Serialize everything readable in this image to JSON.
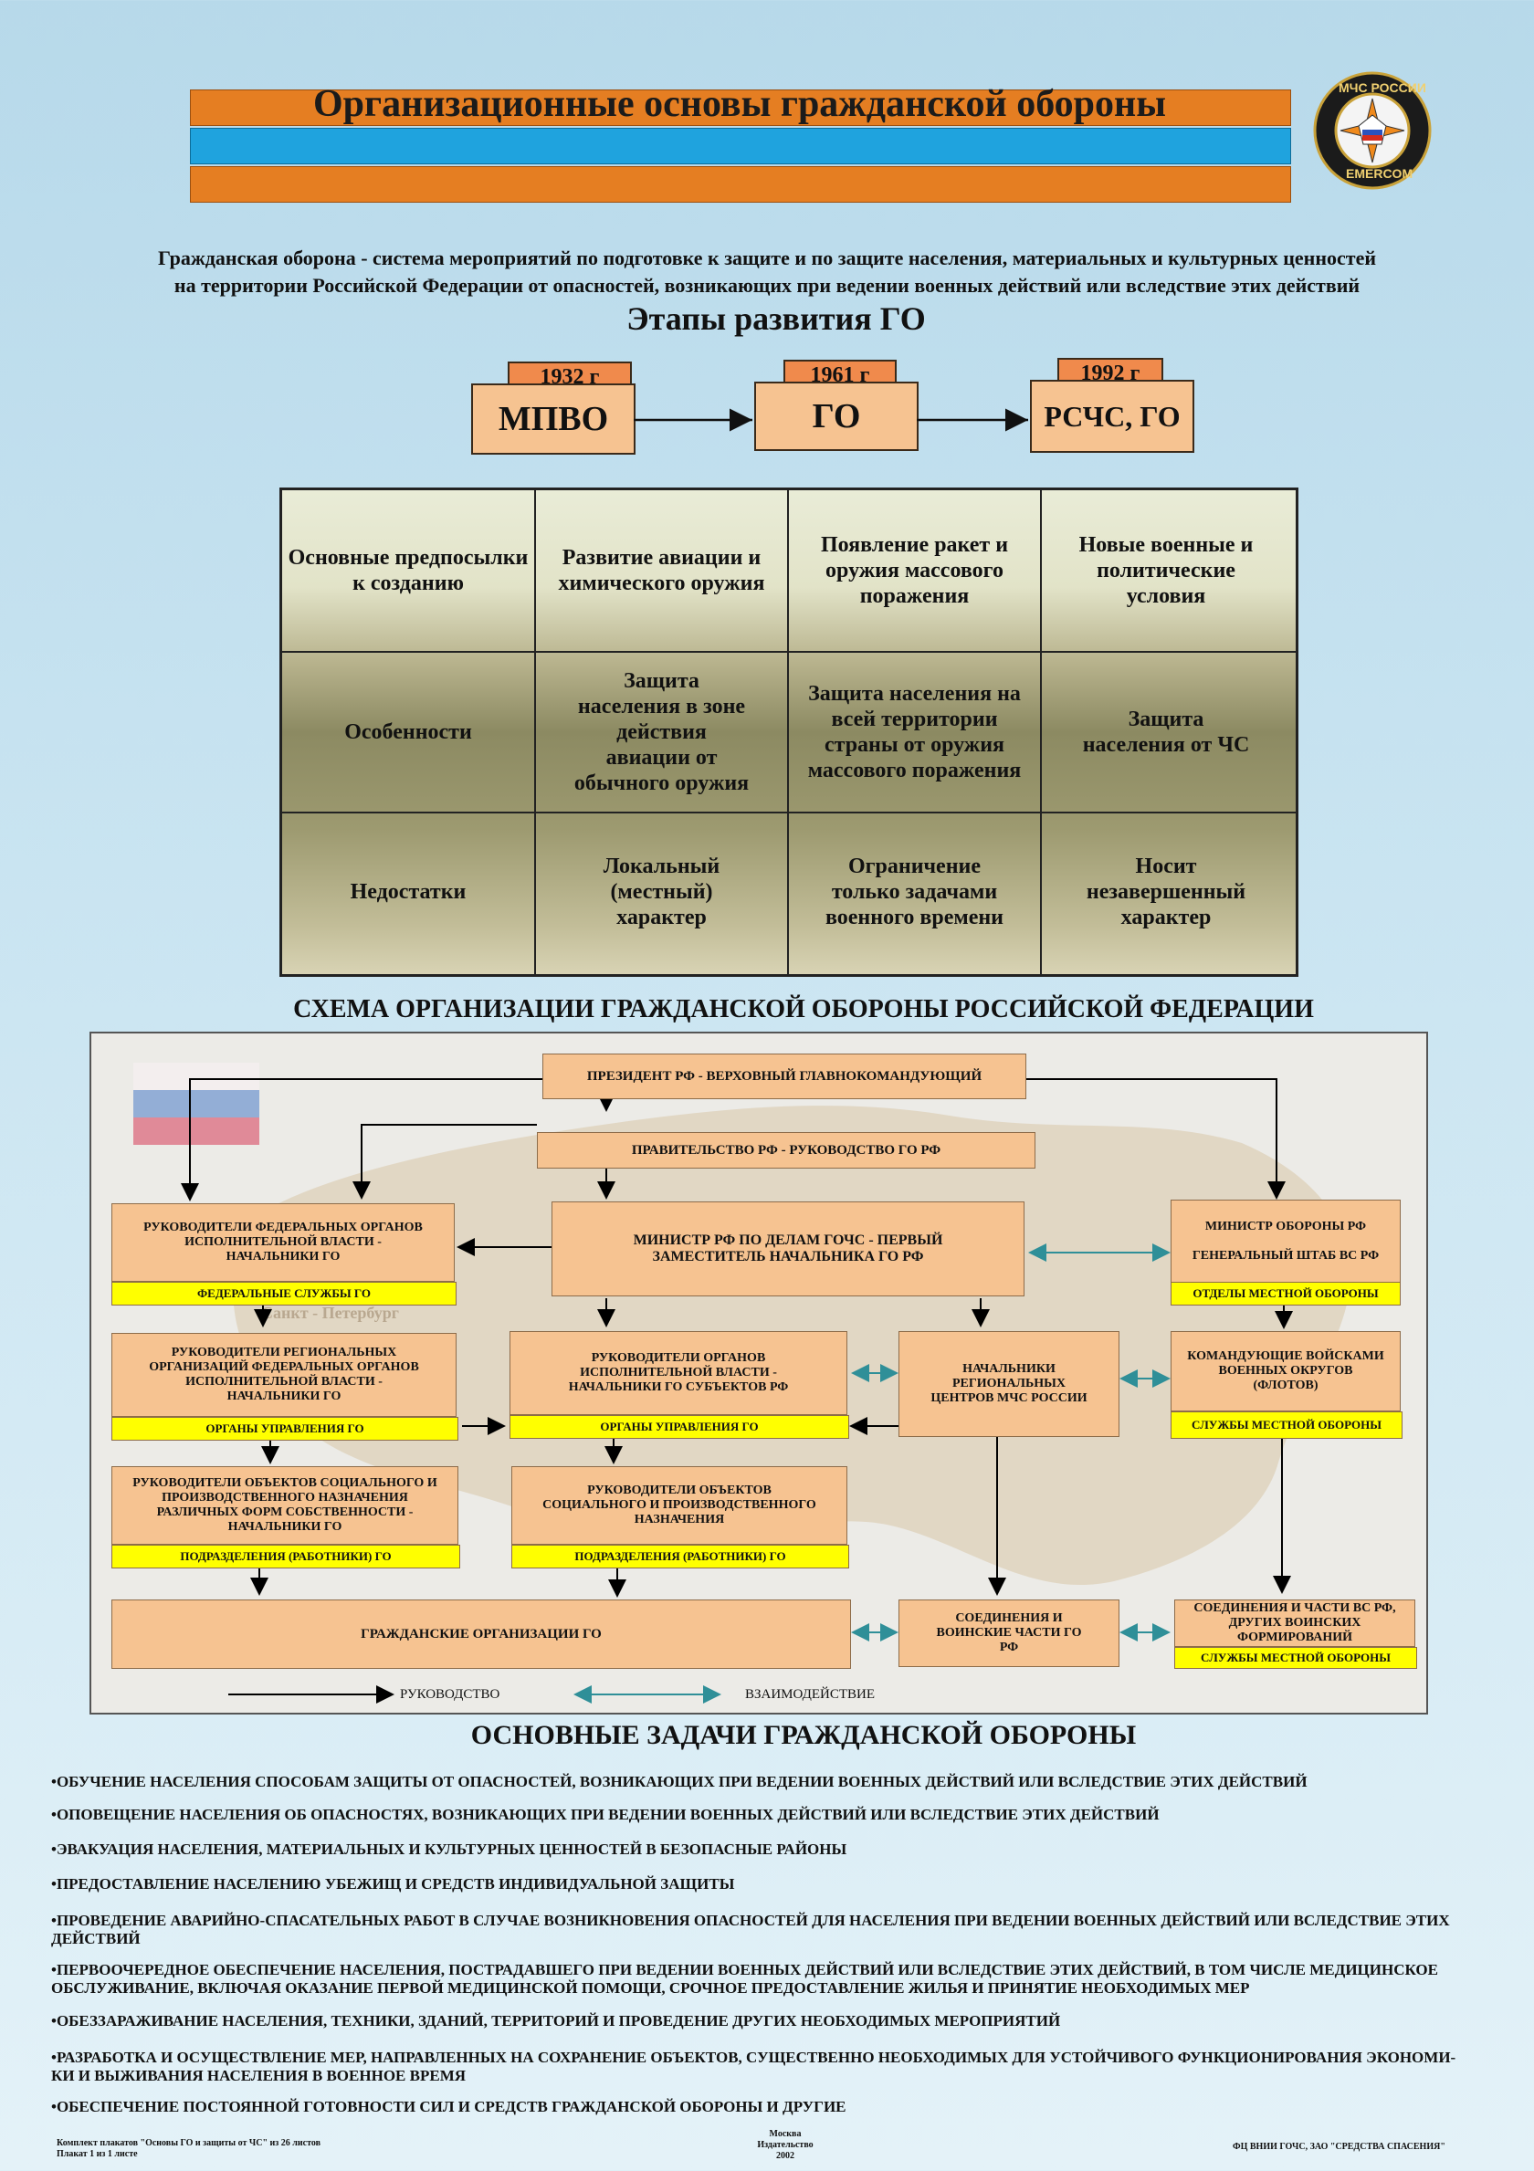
{
  "header": {
    "title": "Организационные основы гражданской обороны",
    "emblem_top": "МЧС РОССИИ",
    "emblem_bottom": "EMERCOM"
  },
  "definition": {
    "line1": "Гражданская оборона - система мероприятий по подготовке к защите и по защите населения, материальных и культурных ценностей",
    "line2": "на территории Российской Федерации от опасностей, возникающих при ведении военных действий или вследствие этих действий"
  },
  "stages": {
    "title": "Этапы развития ГО",
    "items": [
      {
        "year": "1932 г",
        "name": "МПВО"
      },
      {
        "year": "1961 г",
        "name": "ГО"
      },
      {
        "year": "1992 г",
        "name": "РСЧС, ГО"
      }
    ]
  },
  "table": {
    "rows": [
      [
        "Основные предпосылки к созданию",
        "Развитие авиации и химического оружия",
        "Появление ракет и оружия массового поражения",
        "Новые военные и политические условия"
      ],
      [
        "Особенности",
        "Защита населения в зоне действия авиации от обычного оружия",
        "Защита населения на всей территории страны от оружия массового поражения",
        "Защита населения от ЧС"
      ],
      [
        "Недостатки",
        "Локальный (местный) характер",
        "Ограничение только задачами военного времени",
        "Носит незавершенный характер"
      ]
    ]
  },
  "scheme": {
    "title": "СХЕМА ОРГАНИЗАЦИИ ГРАЖДАНСКОЙ ОБОРОНЫ РОССИЙСКОЙ ФЕДЕРАЦИИ",
    "map_label": "Санкт - Петербург",
    "president": "ПРЕЗИДЕНТ РФ - ВЕРХОВНЫЙ ГЛАВНОКОМАНДУЮЩИЙ",
    "government": "ПРАВИТЕЛЬСТВО РФ - РУКОВОДСТВО ГО РФ",
    "federal_heads": "РУКОВОДИТЕЛИ ФЕДЕРАЛЬНЫХ ОРГАНОВ ИСПОЛНИТЕЛЬНОЙ ВЛАСТИ - НАЧАЛЬНИКИ ГО",
    "federal_services": "ФЕДЕРАЛЬНЫЕ СЛУЖБЫ ГО",
    "minister_mchs": "МИНИСТР РФ ПО ДЕЛАМ ГОЧС - ПЕРВЫЙ ЗАМЕСТИТЕЛЬ НАЧАЛЬНИКА ГО РФ",
    "minister_defense_1": "МИНИСТР ОБОРОНЫ РФ",
    "minister_defense_2": "ГЕНЕРАЛЬНЫЙ ШТАБ ВС РФ",
    "local_defense_depts": "ОТДЕЛЫ МЕСТНОЙ ОБОРОНЫ",
    "regional_org_heads": "РУКОВОДИТЕЛИ РЕГИОНАЛЬНЫХ ОРГАНИЗАЦИЙ ФЕДЕРАЛЬНЫХ ОРГАНОВ ИСПОЛНИТЕЛЬНОЙ ВЛАСТИ - НАЧАЛЬНИКИ ГО",
    "go_bodies_1": "ОРГАНЫ УПРАВЛЕНИЯ ГО",
    "subject_heads": "РУКОВОДИТЕЛИ ОРГАНОВ ИСПОЛНИТЕЛЬНОЙ ВЛАСТИ - НАЧАЛЬНИКИ ГО СУБЪЕКТОВ РФ",
    "go_bodies_2": "ОРГАНЫ УПРАВЛЕНИЯ ГО",
    "regional_centers": "НАЧАЛЬНИКИ РЕГИОНАЛЬНЫХ ЦЕНТРОВ МЧС РОССИИ",
    "district_commanders": "КОМАНДУЮЩИЕ ВОЙСКАМИ ВОЕННЫХ ОКРУГОВ (ФЛОТОВ)",
    "local_defense_services_1": "СЛУЖБЫ МЕСТНОЙ ОБОРОНЫ",
    "objects_any_form": "РУКОВОДИТЕЛИ ОБЪЕКТОВ СОЦИАЛЬНОГО И ПРОИЗВОДСТВЕННОГО НАЗНАЧЕНИЯ РАЗЛИЧНЫХ ФОРМ СОБСТВЕННОСТИ - НАЧАЛЬНИКИ ГО",
    "units_1": "ПОДРАЗДЕЛЕНИЯ (РАБОТНИКИ) ГО",
    "objects_social": "РУКОВОДИТЕЛИ ОБЪЕКТОВ СОЦИАЛЬНОГО И ПРОИЗВОДСТВЕННОГО НАЗНАЧЕНИЯ",
    "units_2": "ПОДРАЗДЕЛЕНИЯ (РАБОТНИКИ) ГО",
    "civil_orgs": "ГРАЖДАНСКИЕ ОРГАНИЗАЦИИ ГО",
    "go_troops": "СОЕДИНЕНИЯ И ВОИНСКИЕ ЧАСТИ ГО РФ",
    "armed_forces_units": "СОЕДИНЕНИЯ И ЧАСТИ ВС РФ, ДРУГИХ ВОИНСКИХ ФОРМИРОВАНИЙ",
    "local_defense_services_2": "СЛУЖБЫ МЕСТНОЙ ОБОРОНЫ",
    "legend_command": "РУКОВОДСТВО",
    "legend_interaction": "ВЗАИМОДЕЙСТВИЕ",
    "colors": {
      "box": "#f6c391",
      "bar": "#ffff00",
      "command_arrow": "#000000",
      "interaction_arrow": "#2f8f98"
    }
  },
  "tasks": {
    "title": "ОСНОВНЫЕ ЗАДАЧИ ГРАЖДАНСКОЙ ОБОРОНЫ",
    "items": [
      "ОБУЧЕНИЕ НАСЕЛЕНИЯ СПОСОБАМ ЗАЩИТЫ ОТ ОПАСНОСТЕЙ, ВОЗНИКАЮЩИХ ПРИ ВЕДЕНИИ ВОЕННЫХ ДЕЙСТВИЙ ИЛИ ВСЛЕДСТВИЕ ЭТИХ ДЕЙСТВИЙ",
      "ОПОВЕЩЕНИЕ НАСЕЛЕНИЯ ОБ ОПАСНОСТЯХ, ВОЗНИКАЮЩИХ ПРИ ВЕДЕНИИ ВОЕННЫХ ДЕЙСТВИЙ ИЛИ ВСЛЕДСТВИЕ ЭТИХ ДЕЙСТВИЙ",
      "ЭВАКУАЦИЯ НАСЕЛЕНИЯ, МАТЕРИАЛЬНЫХ И КУЛЬТУРНЫХ ЦЕННОСТЕЙ В БЕЗОПАСНЫЕ РАЙОНЫ",
      "ПРЕДОСТАВЛЕНИЕ НАСЕЛЕНИЮ УБЕЖИЩ И СРЕДСТВ ИНДИВИДУАЛЬНОЙ ЗАЩИТЫ",
      "ПРОВЕДЕНИЕ АВАРИЙНО-СПАСАТЕЛЬНЫХ РАБОТ В СЛУЧАЕ ВОЗНИКНОВЕНИЯ ОПАСНОСТЕЙ ДЛЯ НАСЕЛЕНИЯ ПРИ ВЕДЕНИИ ВОЕННЫХ ДЕЙСТВИЙ ИЛИ ВСЛЕДСТВИЕ ЭТИХ ДЕЙСТВИЙ",
      "ПЕРВООЧЕРЕДНОЕ ОБЕСПЕЧЕНИЕ НАСЕЛЕНИЯ, ПОСТРАДАВШЕГО ПРИ ВЕДЕНИИ ВОЕННЫХ ДЕЙСТВИЙ ИЛИ ВСЛЕДСТВИЕ ЭТИХ ДЕЙСТВИЙ, В ТОМ ЧИСЛЕ МЕДИЦИНСКОЕ ОБСЛУЖИВАНИЕ, ВКЛЮЧАЯ ОКАЗАНИЕ ПЕРВОЙ МЕДИЦИНСКОЙ ПОМОЩИ, СРОЧНОЕ ПРЕДОСТАВЛЕНИЕ ЖИЛЬЯ И ПРИНЯТИЕ НЕОБХОДИМЫХ МЕР",
      "ОБЕЗЗАРАЖИВАНИЕ НАСЕЛЕНИЯ, ТЕХНИКИ, ЗДАНИЙ, ТЕРРИТОРИЙ И ПРОВЕДЕНИЕ ДРУГИХ НЕОБХОДИМЫХ МЕРОПРИЯТИЙ",
      "РАЗРАБОТКА И ОСУЩЕСТВЛЕНИЕ МЕР, НАПРАВЛЕННЫХ НА СОХРАНЕНИЕ ОБЪЕКТОВ, СУЩЕСТВЕННО НЕОБХОДИМЫХ ДЛЯ УСТОЙЧИВОГО ФУНКЦИОНИРОВАНИЯ ЭКОНОМИ-КИ И ВЫЖИВАНИЯ НАСЕЛЕНИЯ В ВОЕННОЕ ВРЕМЯ",
      "ОБЕСПЕЧЕНИЕ ПОСТОЯННОЙ ГОТОВНОСТИ СИЛ И СРЕДСТВ ГРАЖДАНСКОЙ ОБОРОНЫ И ДРУГИЕ"
    ]
  },
  "footer": {
    "left_1": "Комплект плакатов \"Основы ГО и защиты от ЧС\" из 26 листов",
    "left_2": "Плакат 1 из 1 листе",
    "center_1": "Москва",
    "center_2": "Издательство",
    "center_3": "2002",
    "right": "ФЦ ВНИИ ГОЧС, ЗАО \"СРЕДСТВА СПАСЕНИЯ\""
  }
}
